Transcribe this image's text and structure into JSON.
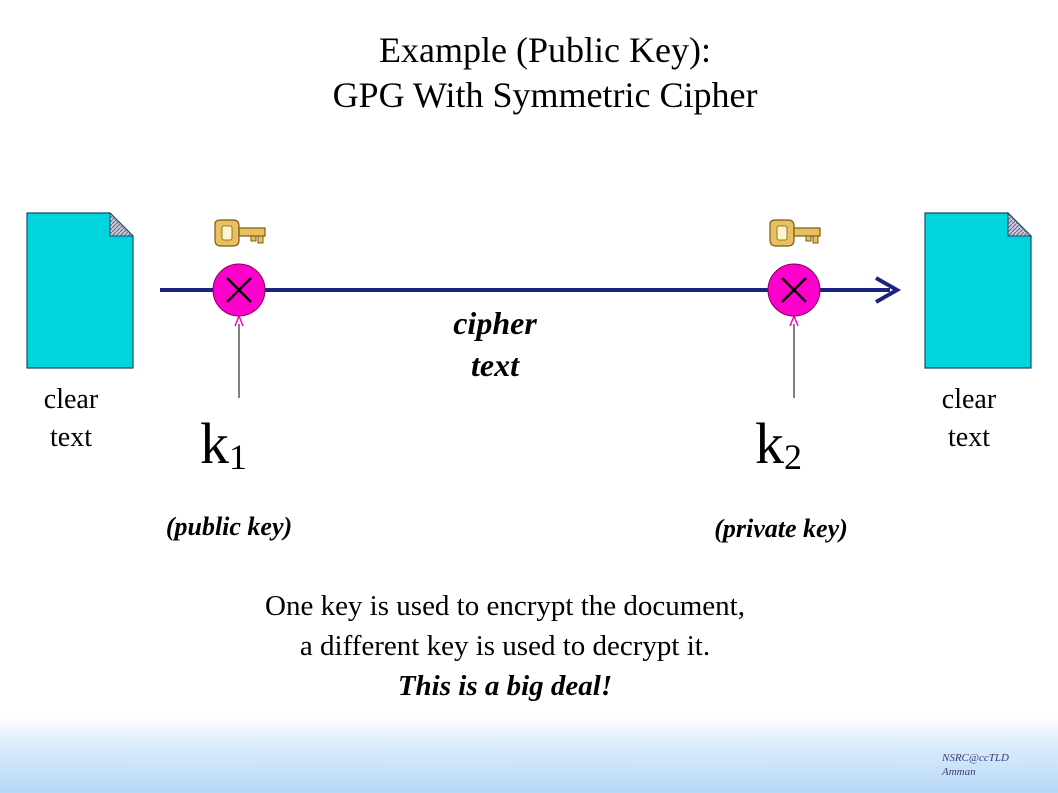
{
  "slide": {
    "title_line1": "Example (Public Key):",
    "title_line2": "GPG With Symmetric Cipher"
  },
  "diagram": {
    "left_document": {
      "label_line1": "clear",
      "label_line2": "text",
      "icon": "document-icon"
    },
    "right_document": {
      "label_line1": "clear",
      "label_line2": "text",
      "icon": "document-icon"
    },
    "channel_label_line1": "cipher",
    "channel_label_line2": "text",
    "key1": {
      "symbol": "k",
      "subscript": "1",
      "note": "(public key)",
      "icon": "key-icon",
      "operator_icon": "xor-operator-icon"
    },
    "key2": {
      "symbol": "k",
      "subscript": "2",
      "note": "(private key)",
      "icon": "key-icon",
      "operator_icon": "xor-operator-icon"
    }
  },
  "caption": {
    "line1": "One key is used to encrypt the document,",
    "line2": "a different key is used to decrypt it.",
    "line3": "This is a big deal!"
  },
  "footer": {
    "credit_line1": "NSRC@ccTLD",
    "credit_line2": "Amman"
  },
  "colors": {
    "document_fill": "#00d4dc",
    "flow_line": "#1a237e",
    "operator_fill": "#ff00cc",
    "key_fill": "#e8c060"
  }
}
